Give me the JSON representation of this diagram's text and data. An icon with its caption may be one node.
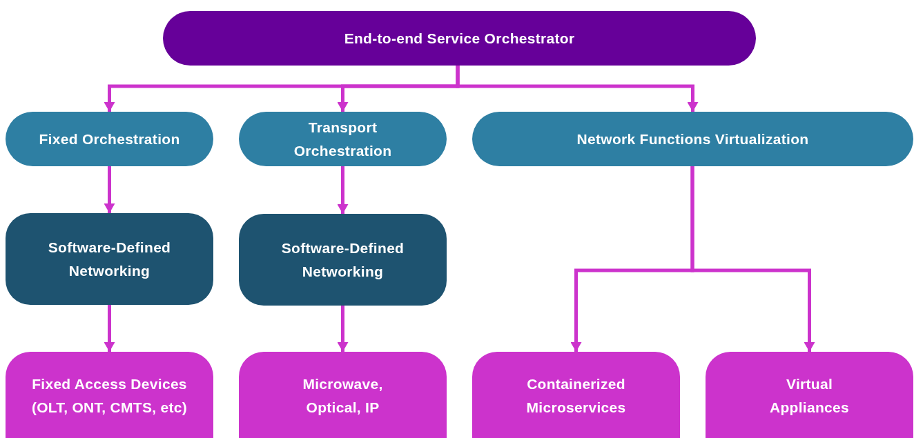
{
  "diagram": {
    "nodes": [
      {
        "text": [
          "End-to-end Service Orchestrator"
        ]
      },
      {
        "text": [
          "Fixed Orchestration"
        ]
      },
      {
        "text": [
          "Transport Orchestration"
        ]
      },
      {
        "text": [
          "Network Functions Virtualization"
        ]
      },
      {
        "text": [
          "Software-Defined Networking"
        ]
      },
      {
        "text": [
          "Software-Defined Networking"
        ]
      },
      {
        "text": [
          "Fixed Access Devices (OLT, ONT, CMTS, etc)"
        ]
      },
      {
        "text": [
          "Microwave, Optical, IP"
        ]
      },
      {
        "text": [
          "Containerized Microservices"
        ]
      },
      {
        "text": [
          "Virtual Appliances"
        ]
      }
    ],
    "edges": [
      {
        "from": 0,
        "to": 1,
        "arrow": "to"
      },
      {
        "from": 0,
        "to": 2,
        "arrow": "to"
      },
      {
        "from": 0,
        "to": 3,
        "arrow": "to"
      },
      {
        "from": 1,
        "to": 4,
        "arrow": "to"
      },
      {
        "from": 4,
        "to": 6,
        "arrow": "to"
      },
      {
        "from": 2,
        "to": 5,
        "arrow": "to"
      },
      {
        "from": 5,
        "to": 7,
        "arrow": "to"
      },
      {
        "from": 3,
        "to": 8,
        "arrow": "to"
      },
      {
        "from": 3,
        "to": 9,
        "arrow": "to"
      }
    ]
  }
}
